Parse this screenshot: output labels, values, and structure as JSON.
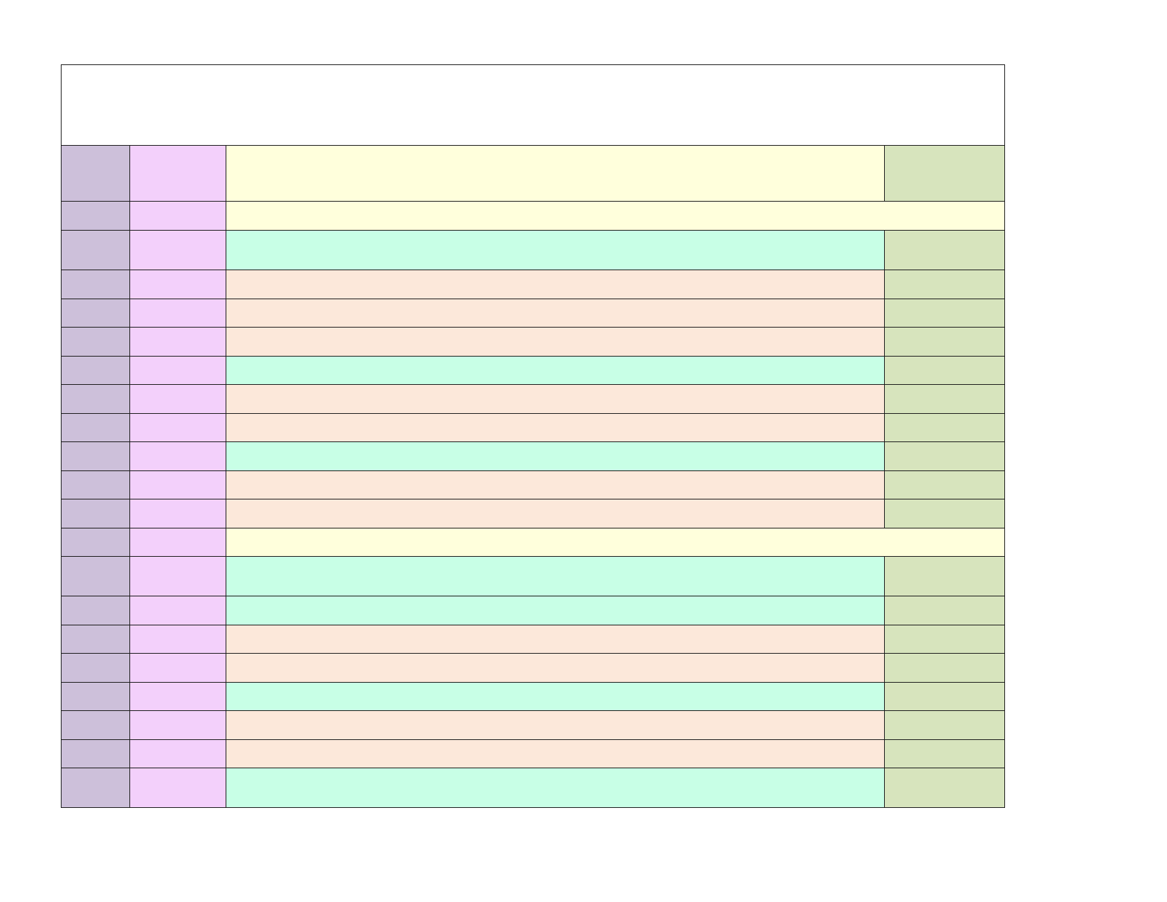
{
  "document": {
    "title": ""
  },
  "colors": {
    "col_a": "#cdc0da",
    "col_b": "#f3d0fb",
    "header_band": "#ffffdc",
    "mint": "#c8ffe6",
    "peach": "#fce8da",
    "col_d": "#d7e4bd",
    "grid_line": "#1a1a1a"
  },
  "rows": [
    {
      "kind": "header",
      "height": 79
    },
    {
      "kind": "band",
      "height": 41
    },
    {
      "kind": "mint",
      "height": 56
    },
    {
      "kind": "peach",
      "height": 41
    },
    {
      "kind": "peach",
      "height": 40
    },
    {
      "kind": "peach",
      "height": 41
    },
    {
      "kind": "mint",
      "height": 40
    },
    {
      "kind": "peach",
      "height": 41
    },
    {
      "kind": "peach",
      "height": 40
    },
    {
      "kind": "mint",
      "height": 41
    },
    {
      "kind": "peach",
      "height": 40
    },
    {
      "kind": "peach",
      "height": 41
    },
    {
      "kind": "band",
      "height": 40
    },
    {
      "kind": "mint",
      "height": 56
    },
    {
      "kind": "mint",
      "height": 41
    },
    {
      "kind": "peach",
      "height": 40
    },
    {
      "kind": "peach",
      "height": 41
    },
    {
      "kind": "mint",
      "height": 40
    },
    {
      "kind": "peach",
      "height": 41
    },
    {
      "kind": "peach",
      "height": 40
    },
    {
      "kind": "mint",
      "height": 56
    }
  ]
}
